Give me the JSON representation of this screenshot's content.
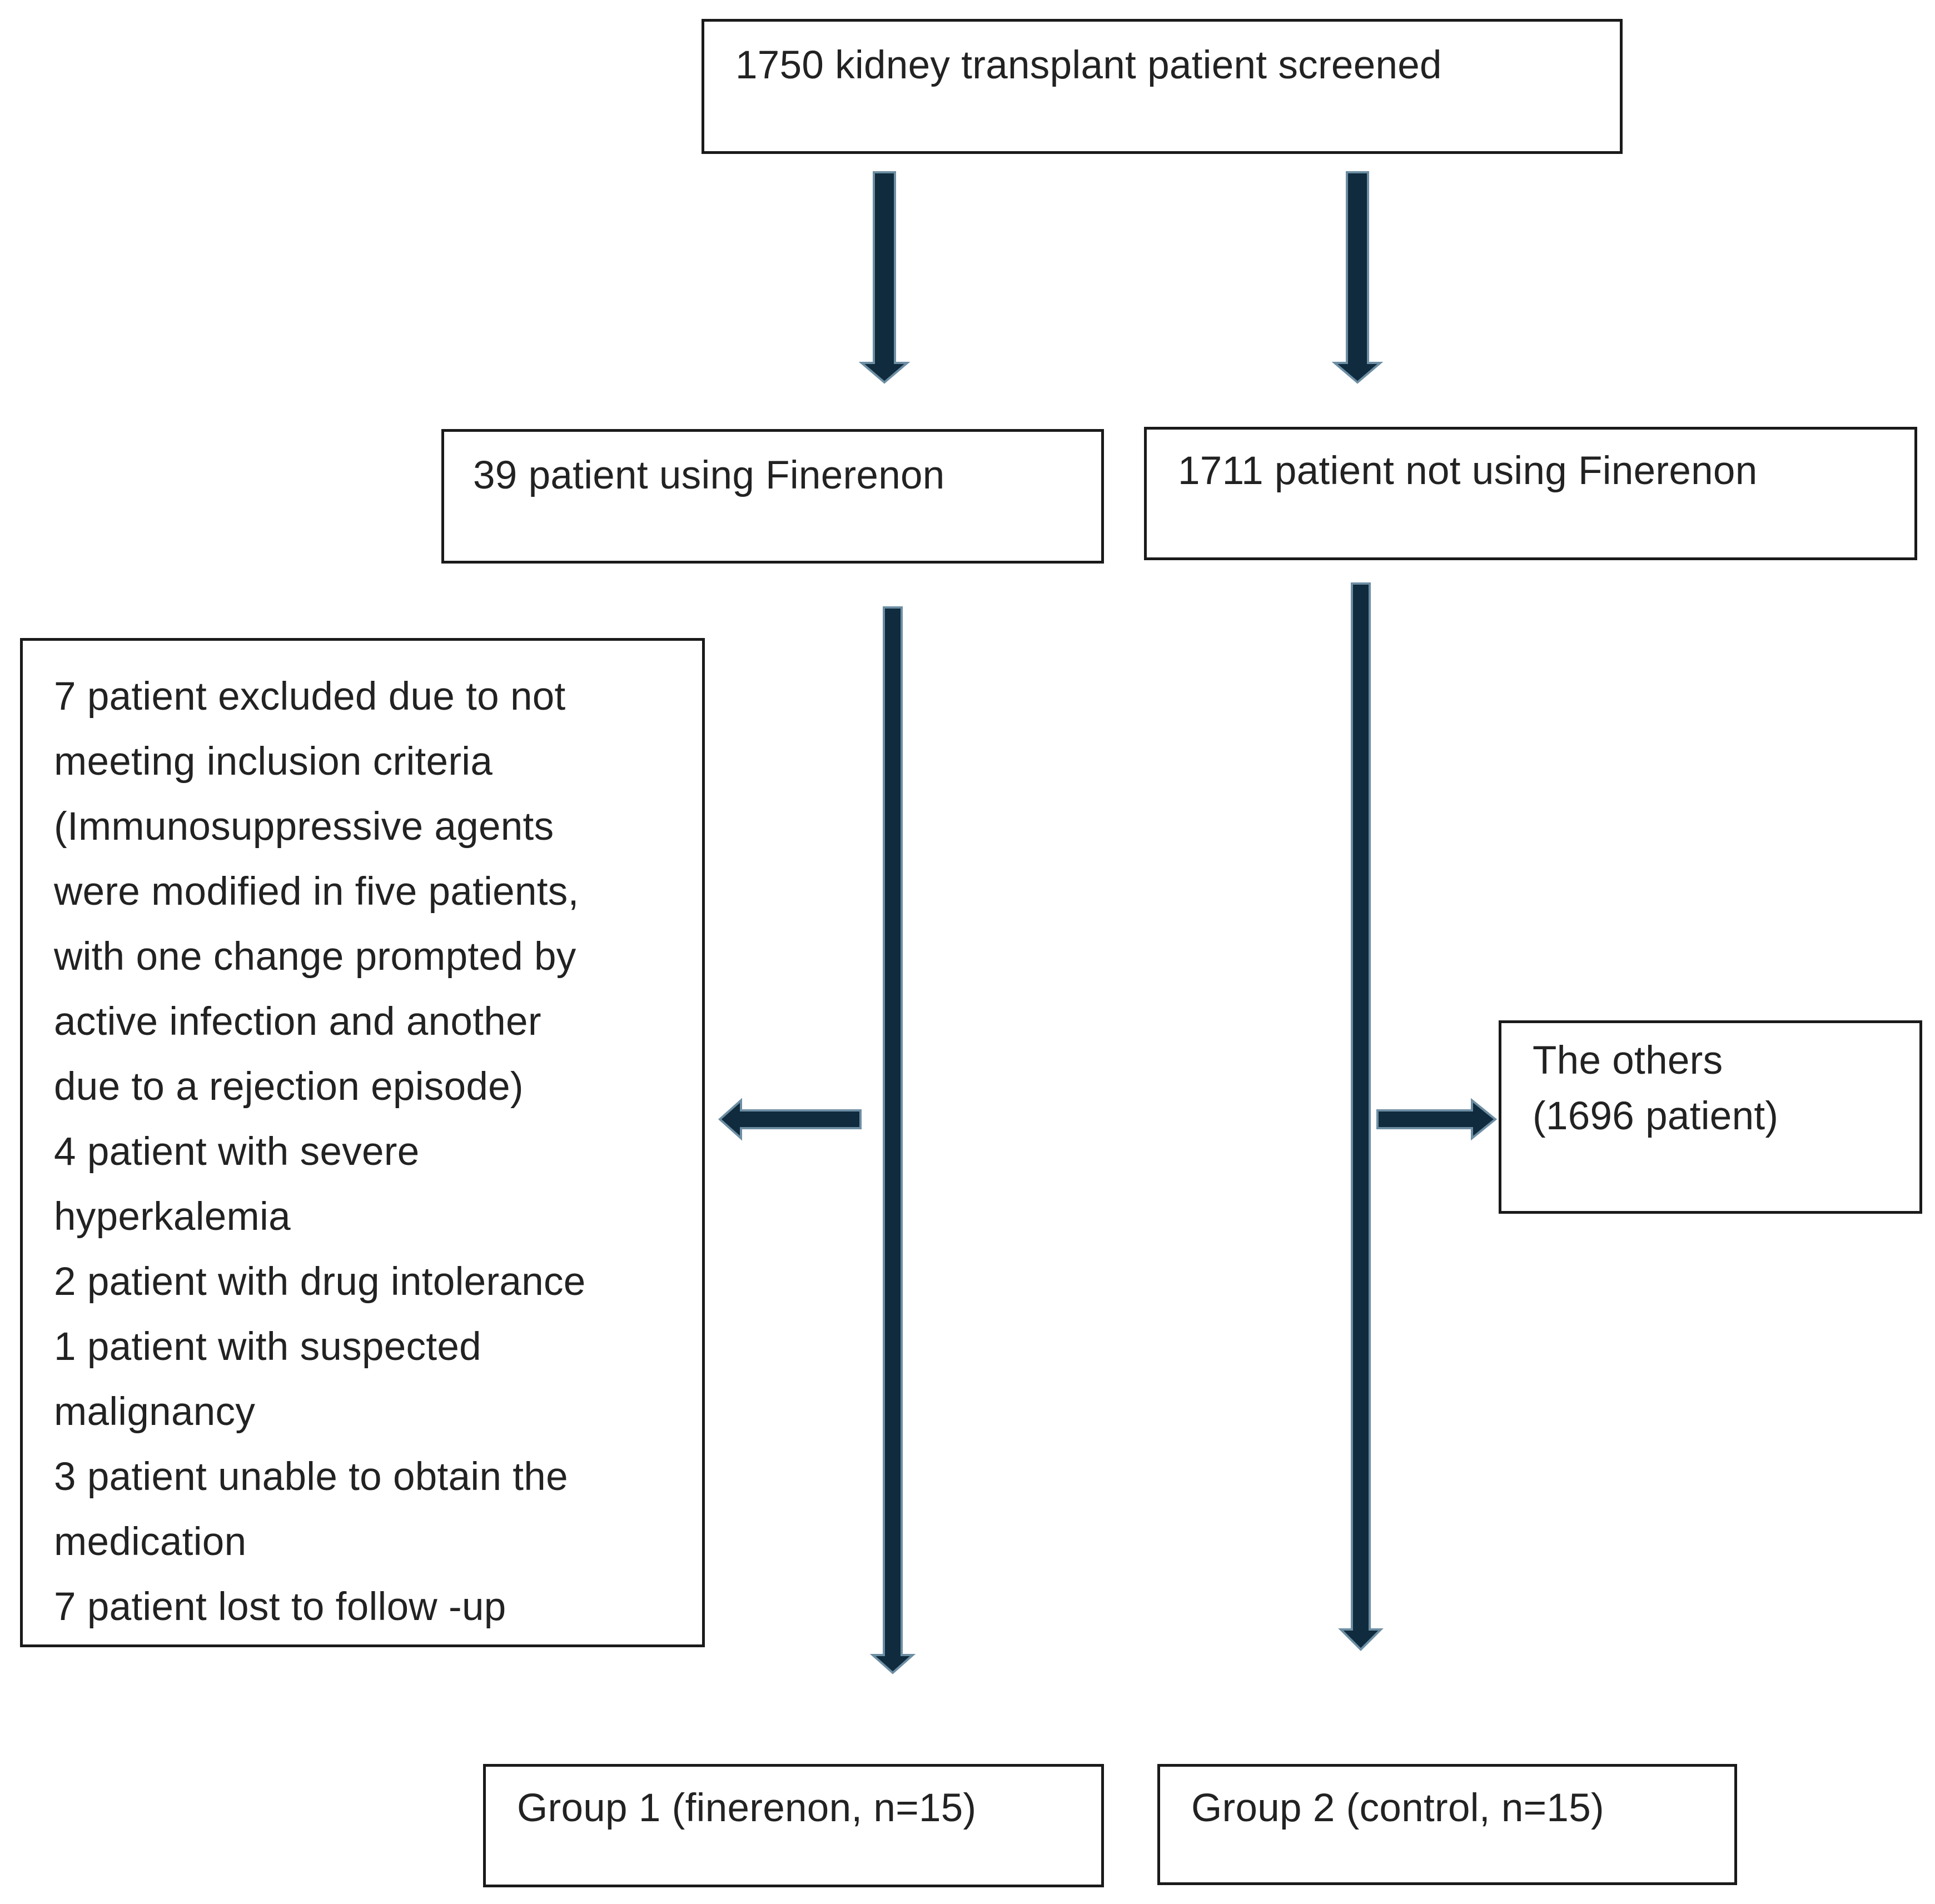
{
  "diagram": {
    "screened": "1750 kidney transplant patient screened",
    "using": "39 patient using Finerenon",
    "not_using": "1711 patient not using Finerenon",
    "exclusions": [
      "7 patient excluded due to not",
      "meeting inclusion criteria",
      "(Immunosuppressive agents",
      "were modified in five patients,",
      "with one change prompted by",
      "active infection and another",
      "due to a rejection episode)",
      "4 patient with severe",
      "hyperkalemia",
      "2 patient with drug intolerance",
      "1 patient with suspected",
      "malignancy",
      "3 patient unable to obtain the",
      "medication",
      "7 patient lost to follow -up"
    ],
    "others": [
      "The others",
      "(1696 patient)"
    ],
    "group1": "Group 1 (finerenon, n=15)",
    "group2": "Group 2 (control, n=15)"
  },
  "colors": {
    "arrow_fill": "#0f2b3d",
    "arrow_outline": "#6d8ea3",
    "box_border": "#1a1a1a"
  }
}
